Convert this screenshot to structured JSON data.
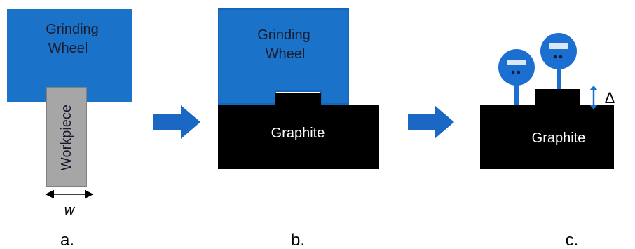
{
  "panel_a": {
    "wheel_label_line1": "Grinding",
    "wheel_label_line2": "Wheel",
    "workpiece_label": "Workpiece",
    "width_symbol": "w",
    "caption": "a."
  },
  "panel_b": {
    "wheel_label_line1": "Grinding",
    "wheel_label_line2": "Wheel",
    "graphite_label": "Graphite",
    "caption": "b."
  },
  "panel_c": {
    "graphite_label": "Graphite",
    "delta_symbol": "Δ",
    "caption": "c."
  },
  "colors": {
    "wheel_blue": "#1a73c9",
    "wheel_edge": "#1565b8",
    "arrow_blue": "#1a68c4",
    "graphite_black": "#000000",
    "workpiece_gray": "#a6a6a6",
    "probe_blue": "#1a6fd1",
    "probe_screen": "#d8e8f4"
  }
}
